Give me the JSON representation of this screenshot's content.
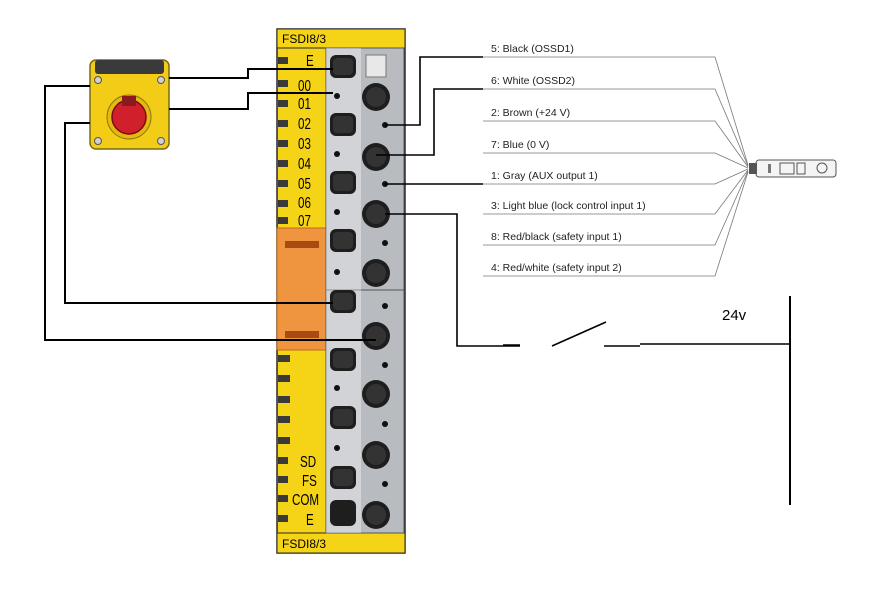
{
  "module": {
    "name_top": "FSDI8/3",
    "name_bottom": "FSDI8/3",
    "upper_labels": [
      "E",
      "00",
      "01",
      "02",
      "03",
      "04",
      "05",
      "06",
      "07"
    ],
    "lower_labels": [
      "SD",
      "FS",
      "COM",
      "E"
    ],
    "colors": {
      "housing": "#f5d417",
      "orange_block": "#f0953f",
      "terminals": "#b8bcc0"
    }
  },
  "wire_labels": [
    "5: Black (OSSD1)",
    "6: White (OSSD2)",
    "2: Brown (+24 V)",
    "7: Blue (0 V)",
    "1: Gray (AUX output 1)",
    "3: Light blue (lock control input 1)",
    "8: Red/black (safety input 1)",
    "4: Red/white (safety input 2)"
  ],
  "supply_label": "24v",
  "devices": {
    "emergency_stop": {
      "name": "emergency-stop-button",
      "colors": {
        "box": "#f2cc16",
        "button": "#d0202c"
      }
    },
    "sensor": {
      "name": "safety-sensor"
    },
    "switch": {
      "name": "switch"
    }
  }
}
